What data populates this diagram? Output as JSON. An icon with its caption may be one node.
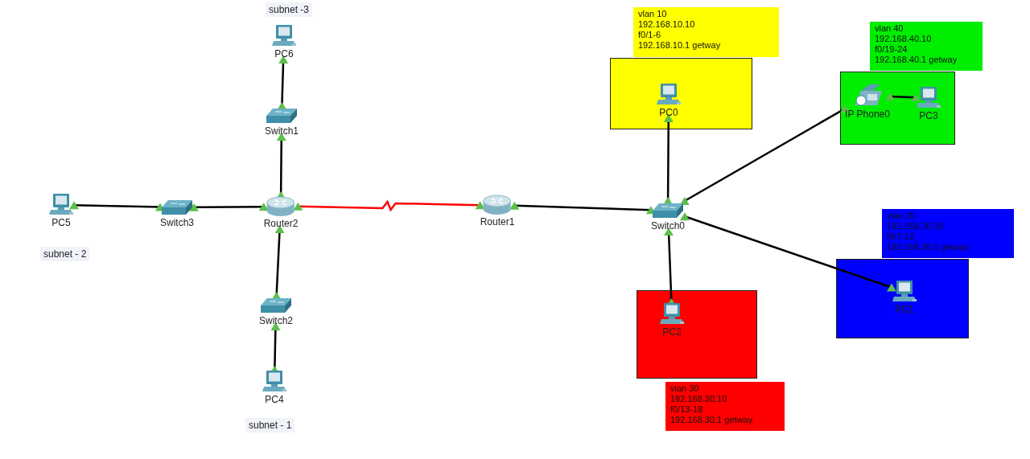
{
  "diagram": {
    "nodes": [
      {
        "text": [
          "PC6"
        ]
      },
      {
        "text": [
          "Switch1"
        ]
      },
      {
        "text": [
          "PC5"
        ]
      },
      {
        "text": [
          "Switch3"
        ]
      },
      {
        "text": [
          "Router2"
        ]
      },
      {
        "text": [
          "Router1"
        ]
      },
      {
        "text": [
          "vlan 10",
          "192.168.10.10",
          "f0/1-6",
          "192.168.10.1 getway"
        ]
      },
      {
        "text": [],
        "shape": "box"
      },
      {
        "text": [
          "PC0"
        ],
        "in": 7
      },
      {
        "text": [
          "vlan 40",
          "192.168.40.10",
          "f0/19-24",
          "192.168.40.1 getway"
        ]
      },
      {
        "text": [],
        "shape": "box"
      },
      {
        "text": [
          "IP Phone0"
        ],
        "in": 10
      },
      {
        "text": [
          "PC3"
        ],
        "in": 10
      },
      {
        "text": [
          "Switch0"
        ]
      },
      {
        "text": [
          "vlan 20",
          "192.168.20.10",
          "f0/7-12",
          "192.168.20.1 getway"
        ]
      },
      {
        "text": [],
        "shape": "box"
      },
      {
        "text": [
          "PC1"
        ],
        "in": 15
      },
      {
        "text": [
          "Switch2"
        ]
      },
      {
        "text": [],
        "shape": "box"
      },
      {
        "text": [
          "PC2"
        ],
        "in": 18
      },
      {
        "text": [
          "PC4"
        ]
      },
      {
        "text": [
          "vlan 30",
          "192.168.30.10",
          "f0/13-18",
          "192.168.30.1 getway"
        ]
      }
    ],
    "edges": [
      {
        "from": 0,
        "to": 1,
        "arrow": "other"
      },
      {
        "from": 1,
        "to": 4,
        "arrow": "other"
      },
      {
        "from": 2,
        "to": 3,
        "arrow": "other"
      },
      {
        "from": 3,
        "to": 4,
        "arrow": "other"
      },
      {
        "from": 4,
        "to": 5,
        "arrow": "other",
        "color": "#ff0000"
      },
      {
        "from": 5,
        "to": 13,
        "arrow": "other"
      },
      {
        "from": 13,
        "to": 8,
        "arrow": "other"
      },
      {
        "from": 13,
        "to": 11,
        "arrow": "other"
      },
      {
        "from": 11,
        "to": 12,
        "arrow": "other"
      },
      {
        "from": 13,
        "to": 16,
        "arrow": "other"
      },
      {
        "from": 13,
        "to": 19,
        "arrow": "other"
      },
      {
        "from": 4,
        "to": 17,
        "arrow": "other"
      },
      {
        "from": 17,
        "to": 20,
        "arrow": "other"
      }
    ],
    "labels": [
      "subnet -3",
      "subnet - 2",
      "subnet - 1"
    ]
  }
}
